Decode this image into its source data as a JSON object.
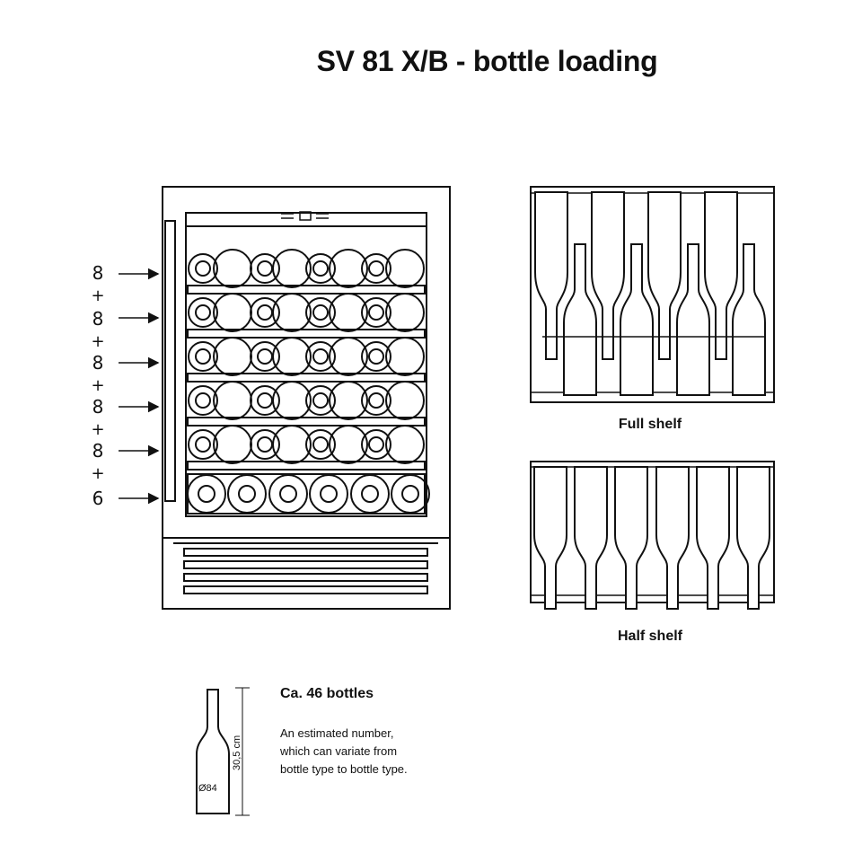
{
  "title": "SV 81 X/B - bottle loading",
  "row_labels": [
    "8",
    "8",
    "8",
    "8",
    "8",
    "6"
  ],
  "plus_sign": "+",
  "captions": {
    "full_shelf": "Full shelf",
    "half_shelf": "Half shelf"
  },
  "bottle_dimensions": {
    "height": "30,5 cm",
    "diameter": "Ø84"
  },
  "info": {
    "title": "Ca. 46 bottles",
    "text_lines": [
      "An estimated number,",
      "which can variate from",
      "bottle type to bottle type."
    ]
  }
}
